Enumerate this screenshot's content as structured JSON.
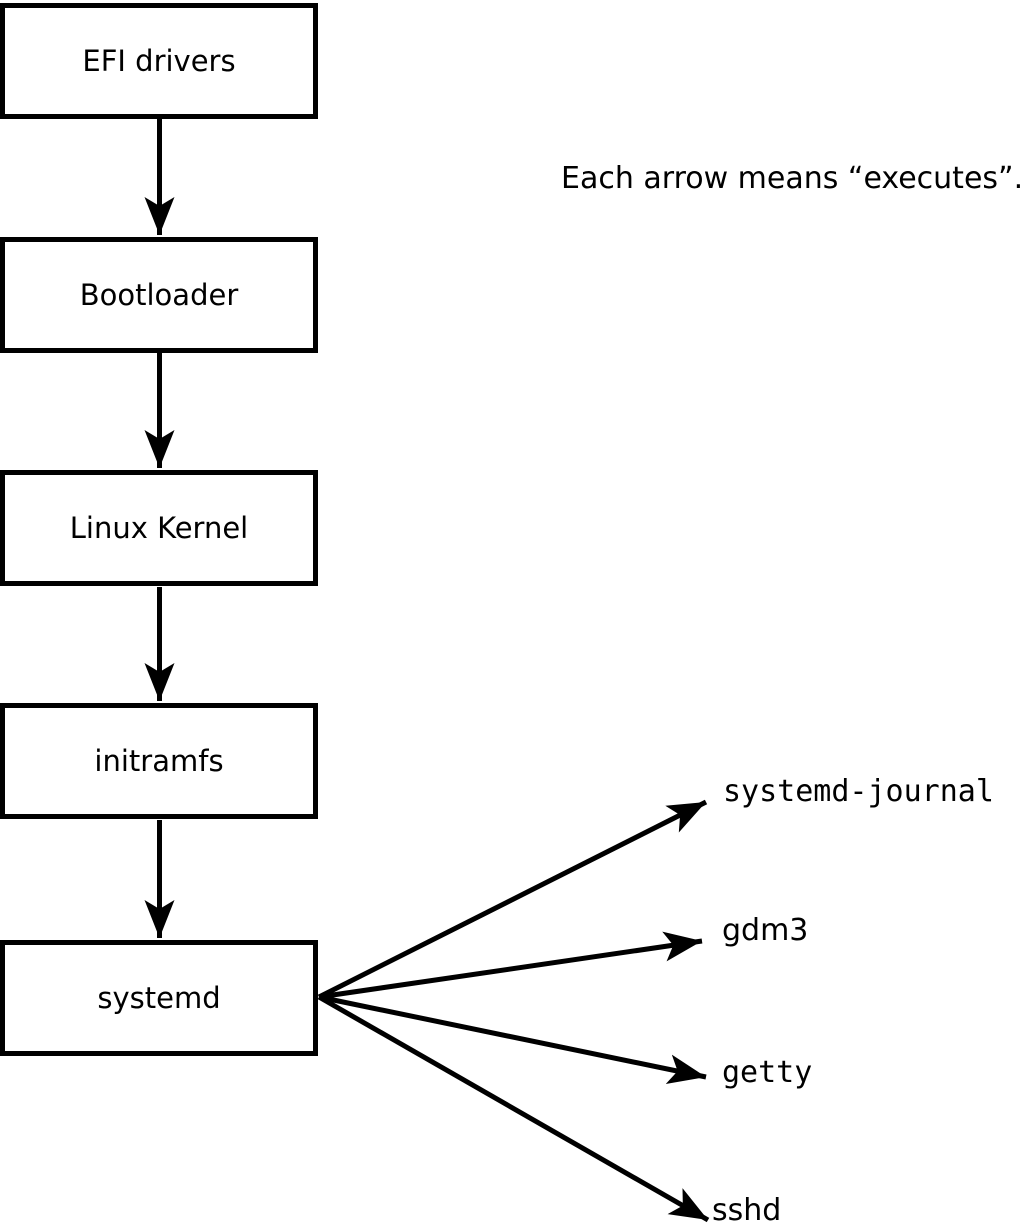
{
  "diagram": {
    "note": "Each arrow means “executes”.",
    "chain": [
      {
        "id": "efi-drivers",
        "label": "EFI drivers"
      },
      {
        "id": "bootloader",
        "label": "Bootloader"
      },
      {
        "id": "linux-kernel",
        "label": "Linux Kernel"
      },
      {
        "id": "initramfs",
        "label": "initramfs"
      },
      {
        "id": "systemd",
        "label": "systemd"
      }
    ],
    "spawned": [
      {
        "id": "systemd-journal",
        "label": "systemd-journal"
      },
      {
        "id": "gdm3",
        "label": "gdm3"
      },
      {
        "id": "getty",
        "label": "getty"
      },
      {
        "id": "sshd",
        "label": "sshd"
      }
    ],
    "arrow_meaning": "executes",
    "colors": {
      "stroke": "#000000",
      "background": "#ffffff"
    }
  }
}
